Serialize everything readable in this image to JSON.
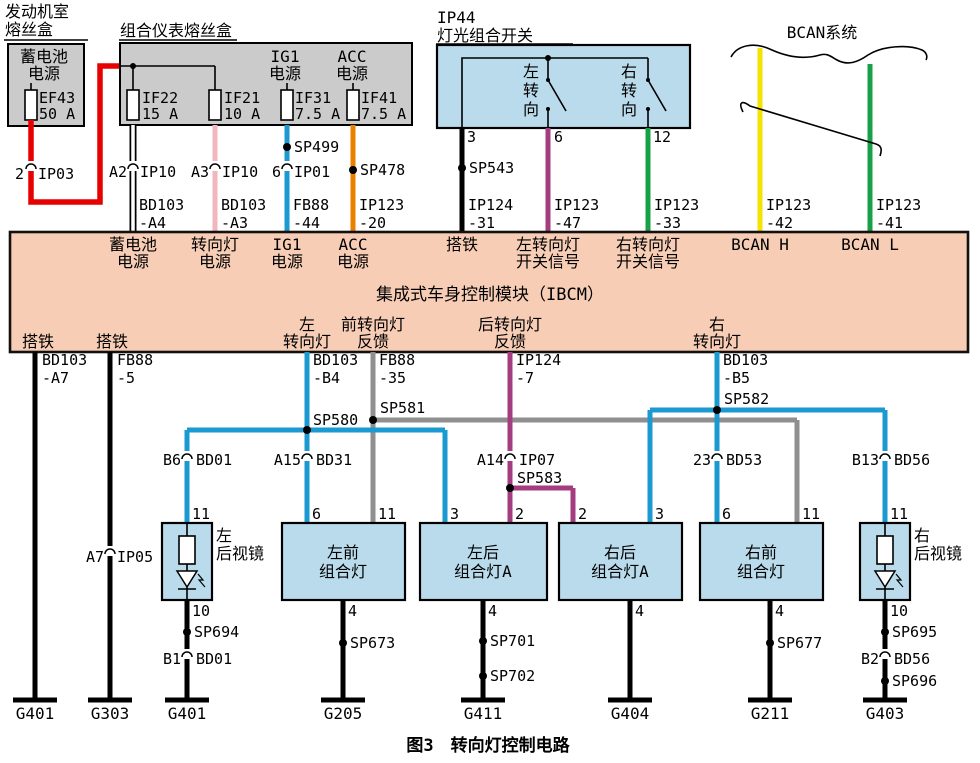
{
  "caption": "图3　转向灯控制电路",
  "colors": {
    "battery_wire": "#e60000",
    "ig1_wire": "#1b9ad2",
    "acc_wire": "#ea8000",
    "pink_wire": "#f2b6be",
    "left_signal_wire": "#a43c80",
    "right_signal_wire": "#18a048",
    "bcan_h_wire": "#f2e300",
    "bcan_l_wire": "#18a048",
    "feedback_wire": "#8f8f8f",
    "fusebox_fill": "#cbcbcb",
    "module_fill": "#f7cdb5",
    "lamp_fill": "#badbec"
  },
  "engine": {
    "title1": "发动机室",
    "title2": "熔丝盒",
    "src1": "蓄电池",
    "src2": "电源",
    "fuse": "EF43",
    "rating": "50 A",
    "conn_pin": "2",
    "conn": "IP03"
  },
  "instr": {
    "title": "组合仪表熔丝盒",
    "ig1a": "IG1",
    "ig1b": "电源",
    "acca": "ACC",
    "accb": "电源",
    "fuses": [
      {
        "name": "IF22",
        "rating": "15 A",
        "pin": "A2",
        "conn": "IP10",
        "wire1": "BD103",
        "wire2": "-A4"
      },
      {
        "name": "IF21",
        "rating": "10 A",
        "pin": "A3",
        "conn": "IP10",
        "wire1": "BD103",
        "wire2": "-A3"
      },
      {
        "name": "IF31",
        "rating": "7.5 A",
        "pin": "6",
        "conn": "IP01",
        "sp": "SP499",
        "wire1": "FB88",
        "wire2": "-44"
      },
      {
        "name": "IF41",
        "rating": "7.5 A",
        "sp": "SP478",
        "wire1": "IP123",
        "wire2": "-20"
      }
    ]
  },
  "sw": {
    "id": "IP44",
    "title": "灯光组合开关",
    "lchars": [
      "左",
      "转",
      "向"
    ],
    "rchars": [
      "右",
      "转",
      "向"
    ],
    "pins": [
      "3",
      "6",
      "12"
    ],
    "sp": "SP543",
    "w0a": "IP124",
    "w0b": "-31",
    "w1a": "IP123",
    "w1b": "-47",
    "w2a": "IP123",
    "w2b": "-33"
  },
  "bcan": {
    "title": "BCAN系统",
    "w0a": "IP123",
    "w0b": "-42",
    "w1a": "IP123",
    "w1b": "-41"
  },
  "ibcm": {
    "name": "集成式车身控制模块（IBCM）",
    "top": [
      {
        "a": "蓄电池",
        "b": "电源"
      },
      {
        "a": "转向灯",
        "b": "电源"
      },
      {
        "a": "IG1",
        "b": "电源"
      },
      {
        "a": "ACC",
        "b": "电源"
      },
      {
        "a": "搭铁",
        "b": ""
      },
      {
        "a": "左转向灯",
        "b": "开关信号"
      },
      {
        "a": "右转向灯",
        "b": "开关信号"
      },
      {
        "a": "BCAN H",
        "b": ""
      },
      {
        "a": "BCAN L",
        "b": ""
      }
    ],
    "bot": [
      {
        "a": "搭铁",
        "b": ""
      },
      {
        "a": "搭铁",
        "b": ""
      },
      {
        "a": "左",
        "b": "转向灯"
      },
      {
        "a": "前转向灯",
        "b": "反馈"
      },
      {
        "a": "后转向灯",
        "b": "反馈"
      },
      {
        "a": "右",
        "b": "转向灯"
      }
    ]
  },
  "low": {
    "wl": [
      {
        "a": "BD103",
        "b": "-A7"
      },
      {
        "a": "FB88",
        "b": "-5"
      },
      {
        "a": "BD103",
        "b": "-B4"
      },
      {
        "a": "FB88",
        "b": "-35"
      },
      {
        "a": "IP124",
        "b": "-7"
      },
      {
        "a": "BD103",
        "b": "-B5"
      }
    ],
    "sp580": "SP580",
    "sp581": "SP581",
    "sp582": "SP582",
    "sp583": "SP583",
    "conn": {
      "a7": {
        "pin": "A7",
        "name": "IP05"
      },
      "b6": {
        "pin": "B6",
        "name": "BD01"
      },
      "a15": {
        "pin": "A15",
        "name": "BD31"
      },
      "a14": {
        "pin": "A14",
        "name": "IP07"
      },
      "c23": {
        "pin": "23",
        "name": "BD53"
      },
      "b13": {
        "pin": "B13",
        "name": "BD56"
      },
      "b1": {
        "pin": "B1",
        "name": "BD01"
      },
      "b2": {
        "pin": "B2",
        "name": "BD56"
      }
    },
    "g1": "G401",
    "g2": "G303"
  },
  "lamps": {
    "ml": {
      "t1": "左",
      "t2": "后视镜",
      "ptop": "11",
      "pbot": "10",
      "sp": "SP694",
      "ground": "G401"
    },
    "lf": {
      "t1": "左前",
      "t2": "组合灯",
      "p1": "6",
      "p2": "11",
      "pbot": "4",
      "sp": "SP673",
      "ground": "G205"
    },
    "lra": {
      "t1": "左后",
      "t2": "组合灯A",
      "p1": "3",
      "p2": "2",
      "pbot": "4",
      "sp1": "SP701",
      "sp2": "SP702",
      "ground": "G411"
    },
    "rra": {
      "t1": "右后",
      "t2": "组合灯A",
      "p1": "2",
      "p2": "3",
      "pbot": "4",
      "ground": "G404"
    },
    "rf": {
      "t1": "右前",
      "t2": "组合灯",
      "p1": "6",
      "p2": "11",
      "pbot": "4",
      "sp": "SP677",
      "ground": "G211"
    },
    "mr": {
      "t1": "右",
      "t2": "后视镜",
      "ptop": "11",
      "pbot": "10",
      "sp1": "SP695",
      "sp2": "SP696",
      "ground": "G403"
    }
  }
}
